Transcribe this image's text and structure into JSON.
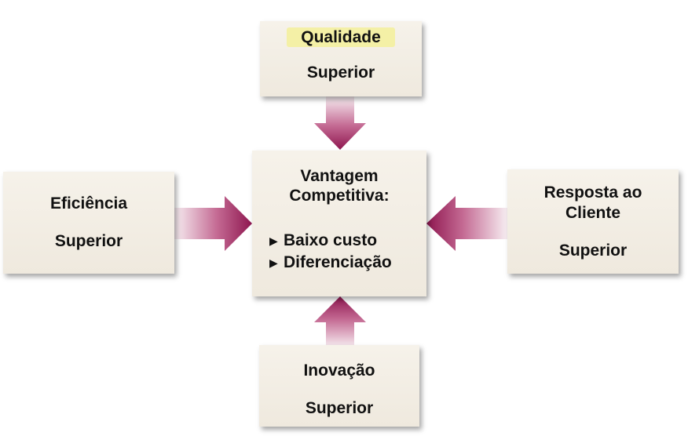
{
  "top": {
    "line1": "Qualidade",
    "line2": "Superior"
  },
  "left": {
    "line1": "Eficiência",
    "line2": "Superior"
  },
  "right": {
    "line1": "Resposta ao",
    "line2": "Cliente",
    "line3": "Superior"
  },
  "bottom": {
    "line1": "Inovação",
    "line2": "Superior"
  },
  "center": {
    "title1": "Vantagem",
    "title2": "Competitiva:",
    "bullets": [
      "Baixo custo",
      "Diferenciação"
    ]
  },
  "colors": {
    "arrow": "#9b1f5c",
    "box": "#f3eee5",
    "highlight": "#f4f0a6"
  }
}
